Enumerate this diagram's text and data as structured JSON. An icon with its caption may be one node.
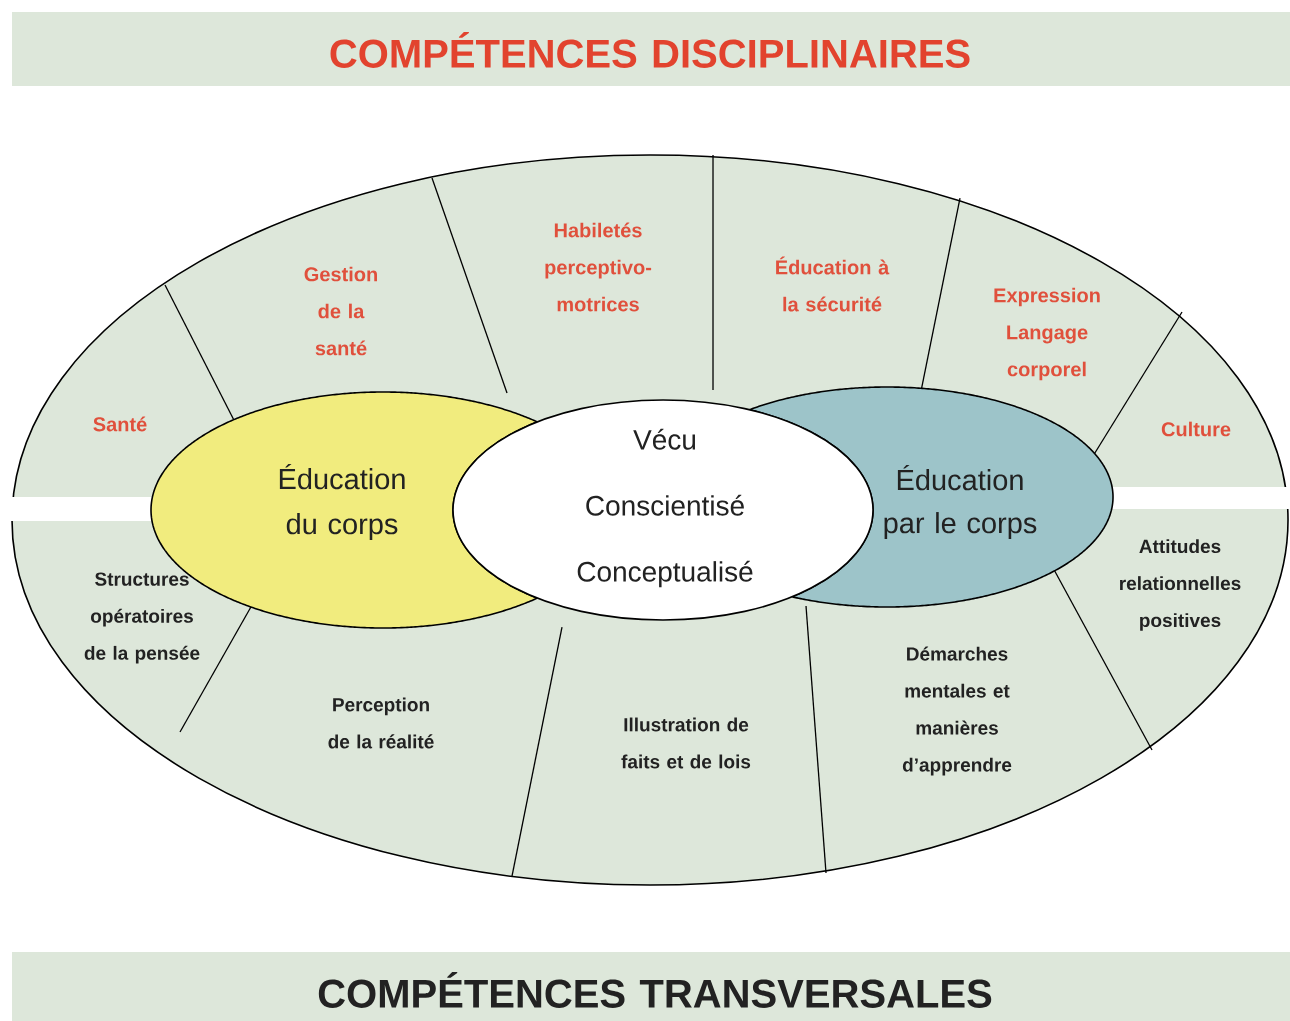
{
  "diagram": {
    "nodes": [
      {
        "text": [
          "COMPÉTENCES DISCIPLINAIRES"
        ]
      },
      {
        "text": [
          "Santé"
        ]
      },
      {
        "text": [
          "Gestion de la santé"
        ]
      },
      {
        "text": [
          "Habiletés perceptivo-motrices"
        ]
      },
      {
        "text": [
          "Éducation à la sécurité"
        ]
      },
      {
        "text": [
          "Expression Langage corporel"
        ]
      },
      {
        "text": [
          "Culture"
        ]
      },
      {
        "text": [
          "Éducation du corps"
        ]
      },
      {
        "text": [
          "Vécu",
          "Conscientisé",
          "Conceptualisé"
        ]
      },
      {
        "text": [
          "Éducation par le corps"
        ]
      },
      {
        "text": [
          "Structures opératoires de la pensée"
        ]
      },
      {
        "text": [
          "Perception de la réalité"
        ]
      },
      {
        "text": [
          "Illustration de faits et de lois"
        ]
      },
      {
        "text": [
          "Démarches mentales et manières d’apprendre"
        ]
      },
      {
        "text": [
          "Attitudes relationnelles positives"
        ]
      },
      {
        "text": [
          "COMPÉTENCES TRANSVERSALES"
        ]
      }
    ]
  }
}
